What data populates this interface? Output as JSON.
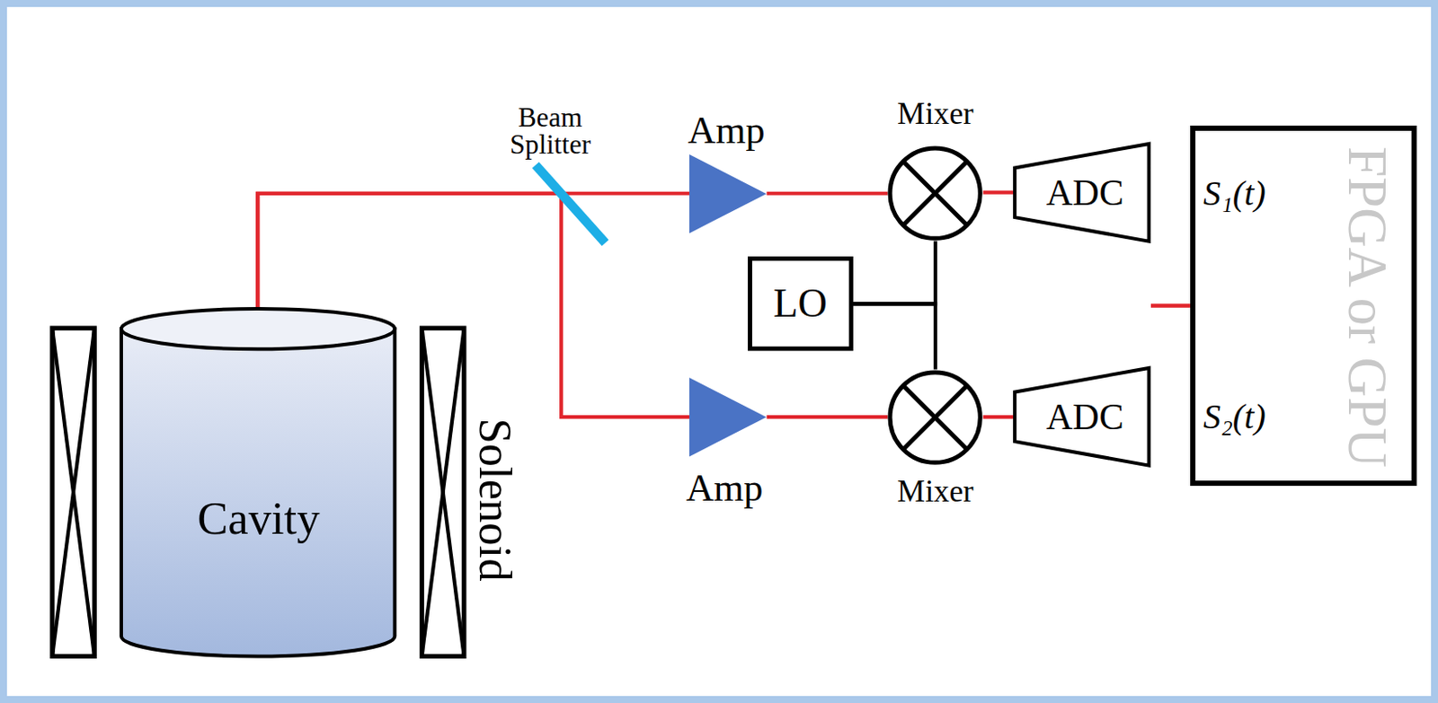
{
  "diagram": {
    "nodes": [
      {
        "text": [
          "Cavity"
        ]
      },
      {
        "text": [
          "Amp"
        ]
      },
      {
        "text": [
          "Mixer"
        ]
      },
      {
        "text": [
          "ADC"
        ]
      },
      {
        "text": [
          "LO"
        ]
      },
      {
        "text": [
          "Amp"
        ]
      },
      {
        "text": [
          "Mixer"
        ]
      },
      {
        "text": [
          "ADC"
        ]
      },
      {
        "text": [
          "FPGA or GPU",
          "S₁(t)",
          "S₂(t)"
        ]
      }
    ],
    "edges": [
      {
        "from": 0,
        "to": 1,
        "arrow": "none"
      },
      {
        "from": 0,
        "to": 5,
        "arrow": "none"
      },
      {
        "from": 1,
        "to": 2,
        "arrow": "none"
      },
      {
        "from": 2,
        "to": 3,
        "arrow": "none"
      },
      {
        "from": 3,
        "to": 8,
        "arrow": "none"
      },
      {
        "from": 5,
        "to": 6,
        "arrow": "none"
      },
      {
        "from": 6,
        "to": 7,
        "arrow": "none"
      },
      {
        "from": 7,
        "to": 8,
        "arrow": "none"
      },
      {
        "from": 4,
        "to": 2,
        "arrow": "none"
      },
      {
        "from": 4,
        "to": 6,
        "arrow": "none"
      }
    ],
    "labels": [
      "Beam Splitter",
      "Solenoid"
    ]
  }
}
